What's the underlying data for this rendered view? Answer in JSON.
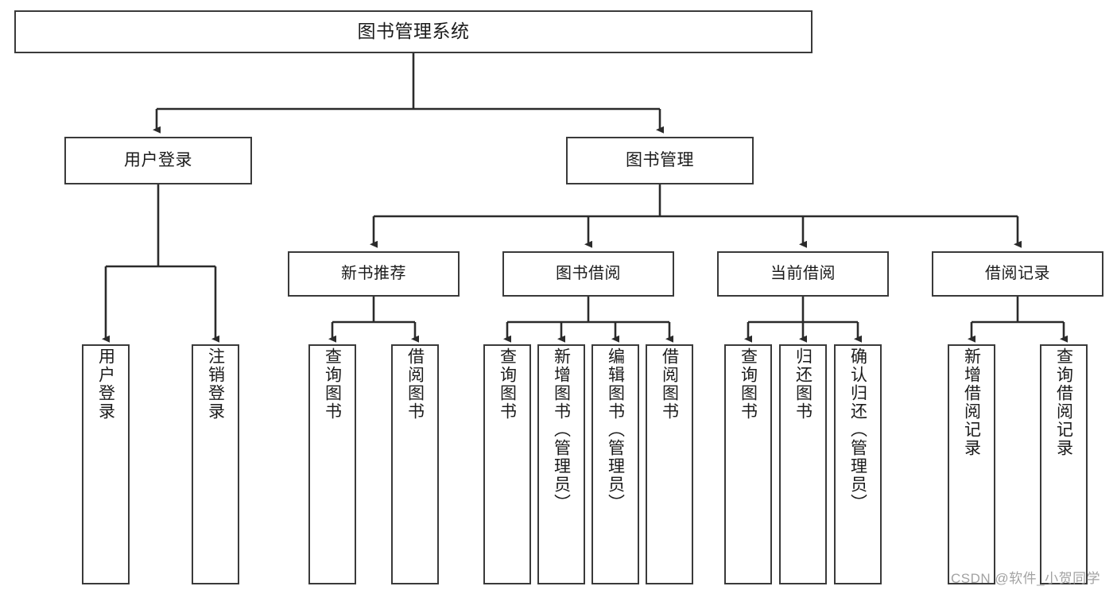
{
  "diagram": {
    "title": "图书管理系统",
    "type": "tree-hierarchy-chart",
    "orientation": "top-down",
    "colors": {
      "node_border": "#3a3a3a",
      "node_fill": "#ffffff",
      "edge": "#2b2b2b",
      "text": "#1b1b1b",
      "watermark": "#9b9b9b",
      "background": "#ffffff"
    },
    "nodes": {
      "root": {
        "label": "图书管理系统"
      },
      "level1": [
        {
          "label": "用户登录"
        },
        {
          "label": "图书管理"
        }
      ],
      "level2": [
        {
          "label": "新书推荐"
        },
        {
          "label": "图书借阅"
        },
        {
          "label": "当前借阅"
        },
        {
          "label": "借阅记录"
        }
      ],
      "leaves": {
        "user_login": [
          {
            "label": "用户登录"
          },
          {
            "label": "注销登录"
          }
        ],
        "new_book_recommend": [
          {
            "label": "查询图书"
          },
          {
            "label": "借阅图书"
          }
        ],
        "book_borrow": [
          {
            "label": "查询图书"
          },
          {
            "label": "新增图书（管理员）"
          },
          {
            "label": "编辑图书（管理员）"
          },
          {
            "label": "借阅图书"
          }
        ],
        "current_borrow": [
          {
            "label": "查询图书"
          },
          {
            "label": "归还图书"
          },
          {
            "label": "确认归还（管理员）"
          }
        ],
        "borrow_record": [
          {
            "label": "新增借阅记录"
          },
          {
            "label": "查询借阅记录"
          }
        ]
      }
    },
    "watermark": "CSDN @软件_小贺同学"
  }
}
